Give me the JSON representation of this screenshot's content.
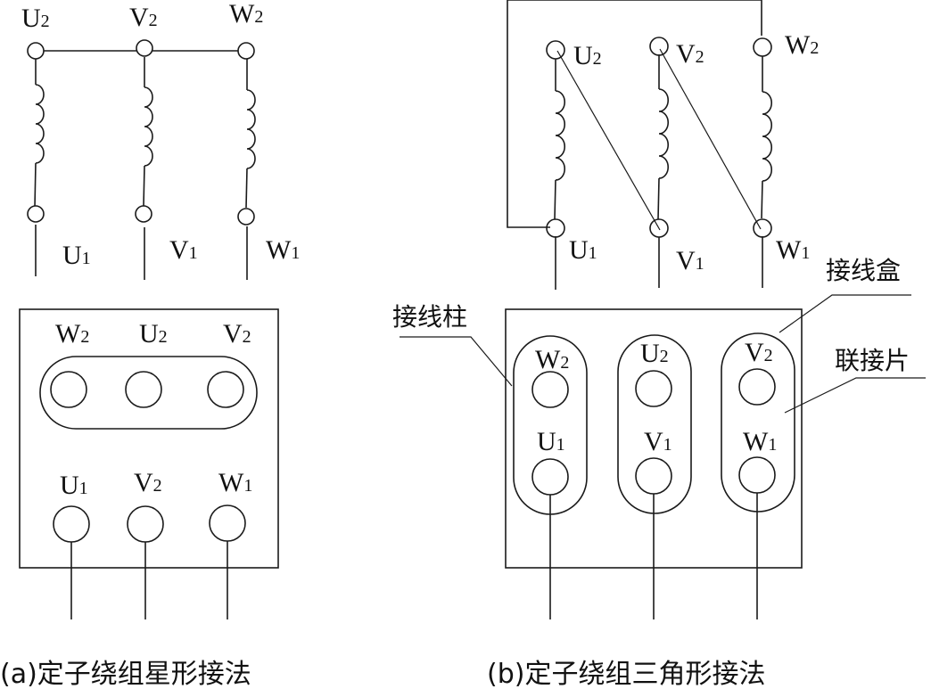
{
  "star": {
    "top_labels": [
      {
        "letter": "U",
        "sub": "2"
      },
      {
        "letter": "V",
        "sub": "2"
      },
      {
        "letter": "W",
        "sub": "2"
      }
    ],
    "bottom_labels": [
      {
        "letter": "U",
        "sub": "1"
      },
      {
        "letter": "V",
        "sub": "1"
      },
      {
        "letter": "W",
        "sub": "1"
      }
    ],
    "box_top_labels": [
      {
        "letter": "W",
        "sub": "2"
      },
      {
        "letter": "U",
        "sub": "2"
      },
      {
        "letter": "V",
        "sub": "2"
      }
    ],
    "box_bottom_labels": [
      {
        "letter": "U",
        "sub": "1"
      },
      {
        "letter": "V",
        "sub": "2"
      },
      {
        "letter": "W",
        "sub": "1"
      }
    ],
    "caption": "(a)定子绕组星形接法"
  },
  "delta": {
    "top_labels": [
      {
        "letter": "U",
        "sub": "2"
      },
      {
        "letter": "V",
        "sub": "2"
      },
      {
        "letter": "W",
        "sub": "2"
      }
    ],
    "bottom_labels": [
      {
        "letter": "U",
        "sub": "1"
      },
      {
        "letter": "V",
        "sub": "1"
      },
      {
        "letter": "W",
        "sub": "1"
      }
    ],
    "box_top_labels": [
      {
        "letter": "W",
        "sub": "2"
      },
      {
        "letter": "U",
        "sub": "2"
      },
      {
        "letter": "V",
        "sub": "2"
      }
    ],
    "box_bottom_labels": [
      {
        "letter": "U",
        "sub": "1"
      },
      {
        "letter": "V",
        "sub": "1"
      },
      {
        "letter": "W",
        "sub": "1"
      }
    ],
    "callouts": {
      "terminal_post": "接线柱",
      "junction_box": "接线盒",
      "link_plate": "联接片"
    },
    "caption": "(b)定子绕组三角形接法"
  }
}
